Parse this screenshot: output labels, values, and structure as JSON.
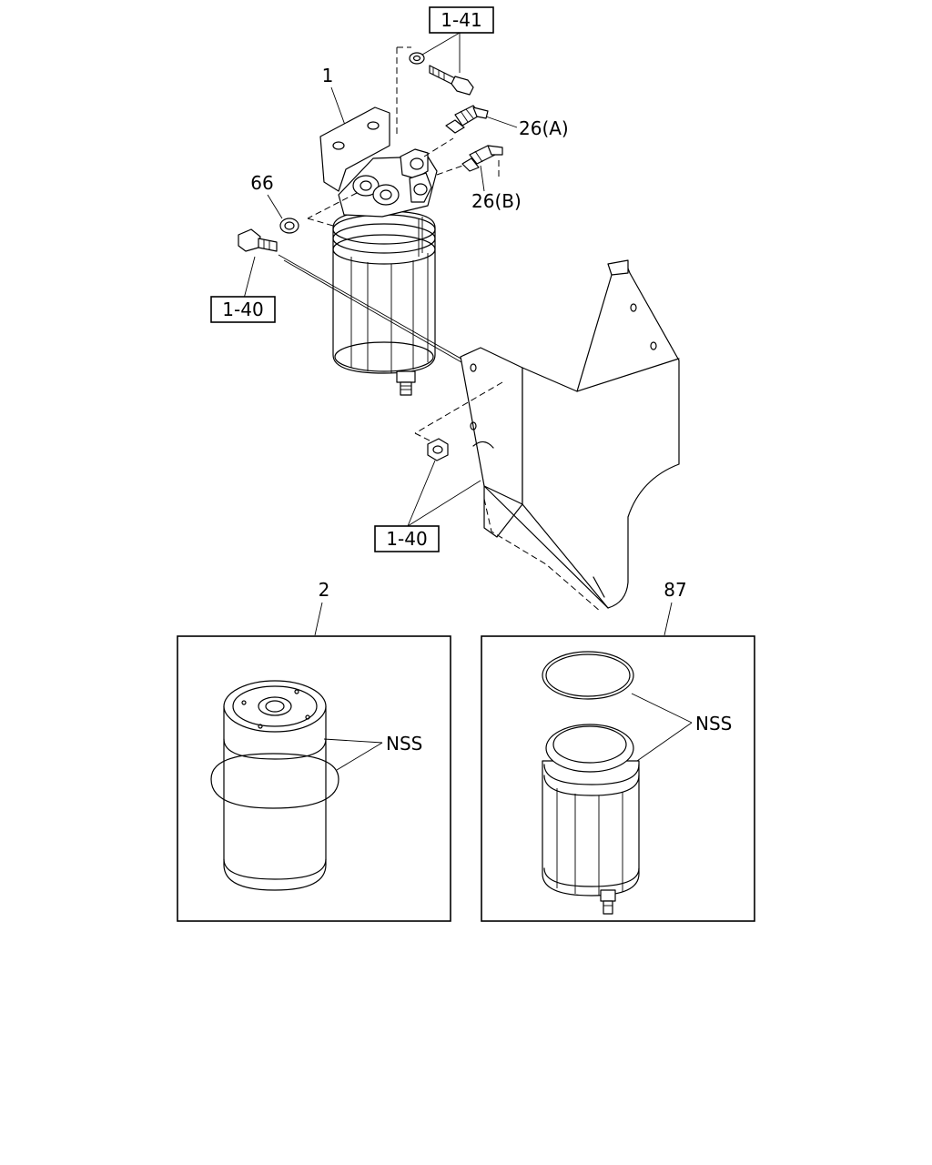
{
  "callouts": {
    "ref_1_41": "1-41",
    "ref_1_40_top": "1-40",
    "ref_1_40_bottom": "1-40",
    "part_1": "1",
    "part_66": "66",
    "part_26a": "26(A)",
    "part_26b": "26(B)",
    "part_2": "2",
    "part_87": "87",
    "nss_left": "NSS",
    "nss_right": "NSS"
  }
}
